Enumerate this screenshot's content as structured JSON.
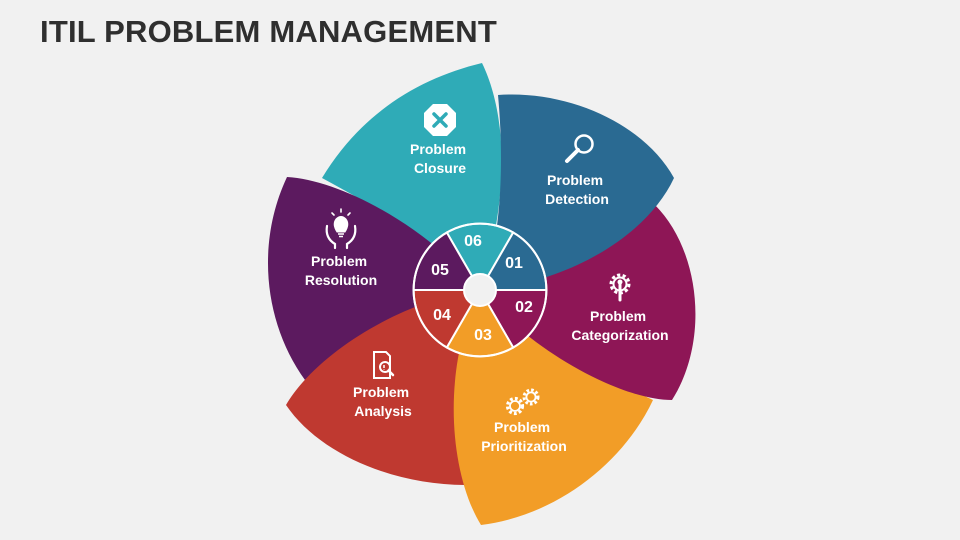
{
  "title": "ITIL PROBLEM MANAGEMENT",
  "steps": [
    {
      "number": "01",
      "line1": "Problem",
      "line2": "Detection",
      "color": "#2a6a92",
      "icon": "magnifier-icon"
    },
    {
      "number": "02",
      "line1": "Problem",
      "line2": "Categorization",
      "color": "#8e1656",
      "icon": "gear-wrench-icon"
    },
    {
      "number": "03",
      "line1": "Problem",
      "line2": "Prioritization",
      "color": "#f29d27",
      "icon": "gears-icon"
    },
    {
      "number": "04",
      "line1": "Problem",
      "line2": "Analysis",
      "color": "#bf3930",
      "icon": "document-search-icon"
    },
    {
      "number": "05",
      "line1": "Problem",
      "line2": "Resolution",
      "color": "#5c1a5f",
      "icon": "lightbulb-hands-icon"
    },
    {
      "number": "06",
      "line1": "Problem",
      "line2": "Closure",
      "color": "#2fabb7",
      "icon": "close-octagon-icon"
    }
  ]
}
